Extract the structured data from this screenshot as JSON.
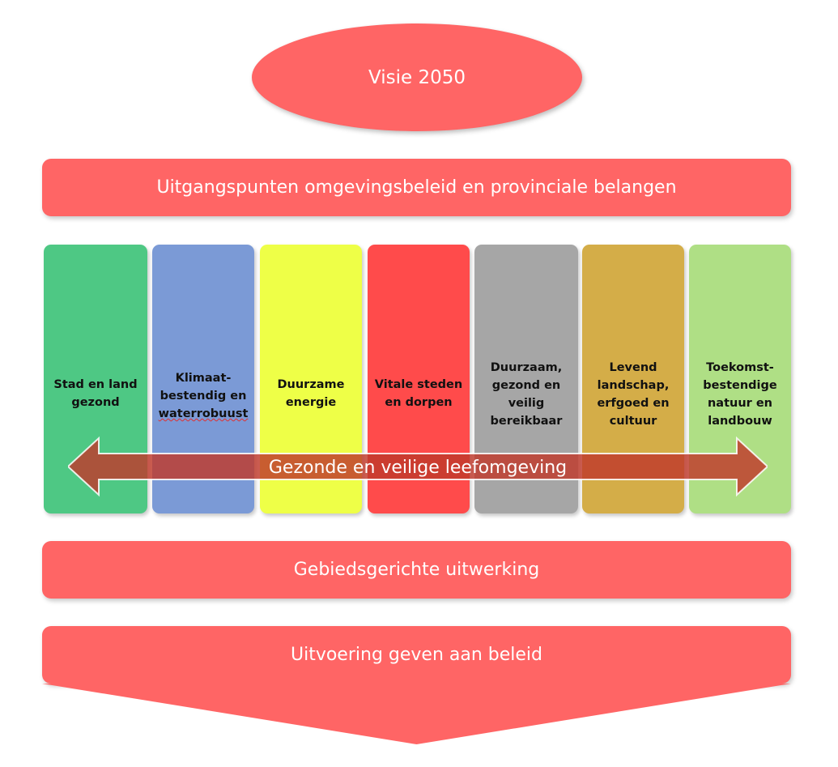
{
  "vision": "Visie 2050",
  "principles": "Uitgangspunten omgevingsbeleid en provinciale belangen",
  "pillars": [
    {
      "lines": [
        "Stad en land",
        "gezond"
      ],
      "color": "#4ec884"
    },
    {
      "lines": [
        "Klimaat-",
        "bestendig en",
        "waterrobuust"
      ],
      "color": "#7b9ad6"
    },
    {
      "lines": [
        "Duurzame",
        "energie"
      ],
      "color": "#eeff47"
    },
    {
      "lines": [
        "Vitale steden",
        "en dorpen"
      ],
      "color": "#ff4b4b"
    },
    {
      "lines": [
        "Duurzaam,",
        "gezond en",
        "veilig",
        "bereikbaar"
      ],
      "color": "#a6a6a6"
    },
    {
      "lines": [
        "Levend",
        "landschap,",
        "erfgoed en",
        "cultuur"
      ],
      "color": "#d4ad48"
    },
    {
      "lines": [
        "Toekomst-",
        "bestendige",
        "natuur en",
        "landbouw"
      ],
      "color": "#afdf85"
    }
  ],
  "arrow_label": "Gezonde en veilige leefomgeving",
  "area_elaboration": "Gebiedsgerichte uitwerking",
  "implementation": "Uitvoering geven aan beleid",
  "colors": {
    "primary": "#ff6565",
    "arrow": "#c0392b"
  }
}
